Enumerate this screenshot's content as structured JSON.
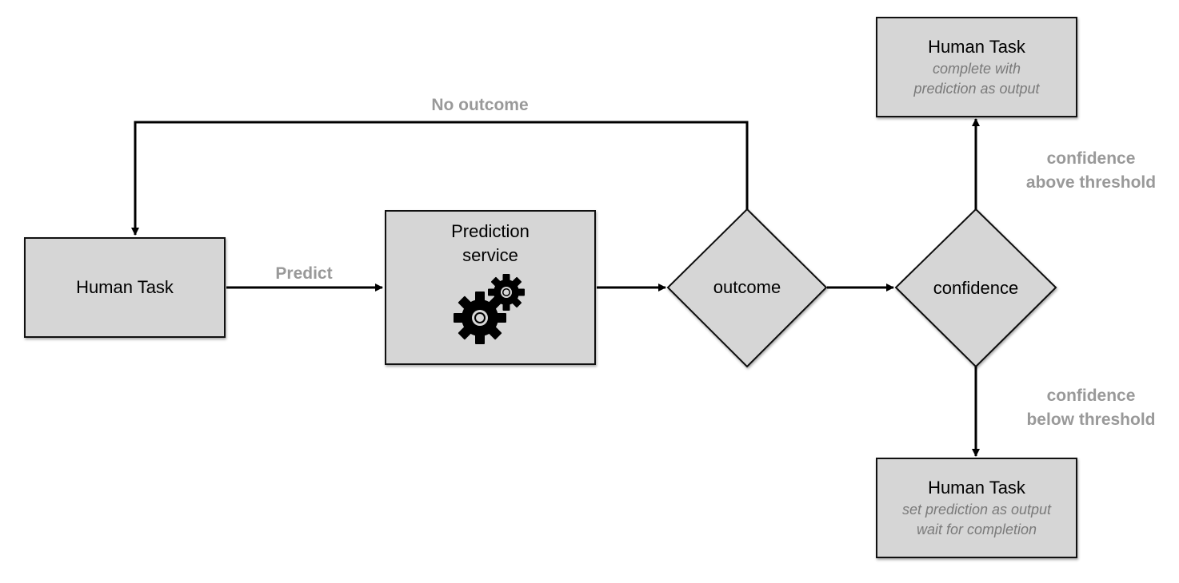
{
  "nodes": {
    "human_task_left": {
      "title": "Human Task"
    },
    "prediction_service": {
      "title_line1": "Prediction",
      "title_line2": "service",
      "icon": "gears-icon"
    },
    "outcome_decision": {
      "label": "outcome"
    },
    "confidence_decision": {
      "label": "confidence"
    },
    "human_task_top": {
      "title": "Human Task",
      "sub_line1": "complete with",
      "sub_line2": "prediction as output"
    },
    "human_task_bottom": {
      "title": "Human Task",
      "sub_line1": "set prediction as output",
      "sub_line2": "wait for completion"
    }
  },
  "edges": {
    "no_outcome": "No outcome",
    "predict": "Predict",
    "above_line1": "confidence",
    "above_line2": "above threshold",
    "below_line1": "confidence",
    "below_line2": "below threshold"
  },
  "colors": {
    "node_fill": "#d6d6d6",
    "stroke": "#111111",
    "edge_label": "#999999",
    "subtext": "#7a7a7a"
  }
}
